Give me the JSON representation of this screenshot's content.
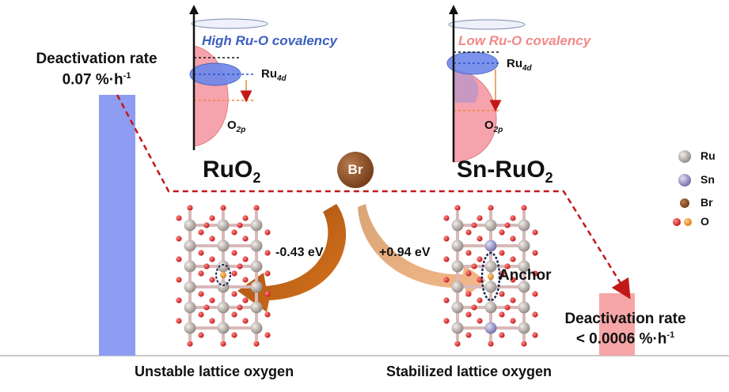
{
  "left": {
    "rate_title": "Deactivation rate",
    "rate_value": "0.07 %·h",
    "rate_sup": "-1",
    "covalency": "High Ru-O covalency",
    "ru_label": "Ru",
    "ru_sub": "4d",
    "o_label": "O",
    "o_sub": "2p",
    "compound": "RuO",
    "compound_sub": "2",
    "energy": "-0.43 eV",
    "caption": "Unstable lattice oxygen"
  },
  "right": {
    "rate_title": "Deactivation rate",
    "rate_value": "< 0.0006 %·h",
    "rate_sup": "-1",
    "covalency": "Low Ru-O covalency",
    "ru_label": "Ru",
    "ru_sub": "4d",
    "o_label": "O",
    "o_sub": "2p",
    "compound": "Sn-RuO",
    "compound_sub": "2",
    "energy": "+0.94 eV",
    "anchor": "Anchor",
    "caption": "Stabilized lattice oxygen"
  },
  "center": {
    "br_label": "Br"
  },
  "legend": {
    "items": [
      {
        "label": "Ru",
        "color": "#b6ada7"
      },
      {
        "label": "Sn",
        "color": "#9a97c3"
      },
      {
        "label": "Br",
        "color": "#8a4a22"
      },
      {
        "label": "O",
        "color": "#d42a2a",
        "color2": "#e88a1a"
      }
    ]
  },
  "colors": {
    "bar_left": "#8e9cf2",
    "bar_right": "#f6a6a6",
    "dash": "#c21818",
    "o2p_fill": "#f7a3ad",
    "ru4d_fill": "#6e88ea",
    "high_cov_text": "#3c5fbf",
    "low_cov_text": "#f08a8a"
  },
  "chart_data": {
    "type": "bar",
    "categories": [
      "RuO2",
      "Sn-RuO2"
    ],
    "values": [
      0.07,
      0.0006
    ]
  }
}
